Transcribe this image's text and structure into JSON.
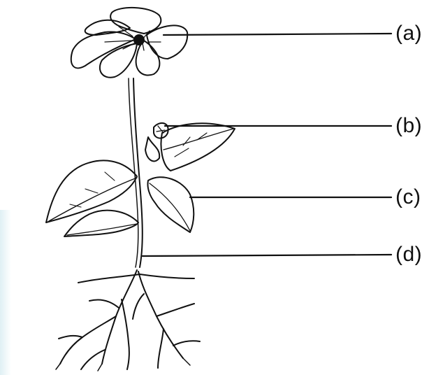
{
  "diagram": {
    "labels": [
      {
        "key": "a",
        "text": "(a)"
      },
      {
        "key": "b",
        "text": "(b)"
      },
      {
        "key": "c",
        "text": "(c)"
      },
      {
        "key": "d",
        "text": "(d)"
      }
    ],
    "colors": {
      "ink": "#111111",
      "background": "#ffffff"
    }
  }
}
